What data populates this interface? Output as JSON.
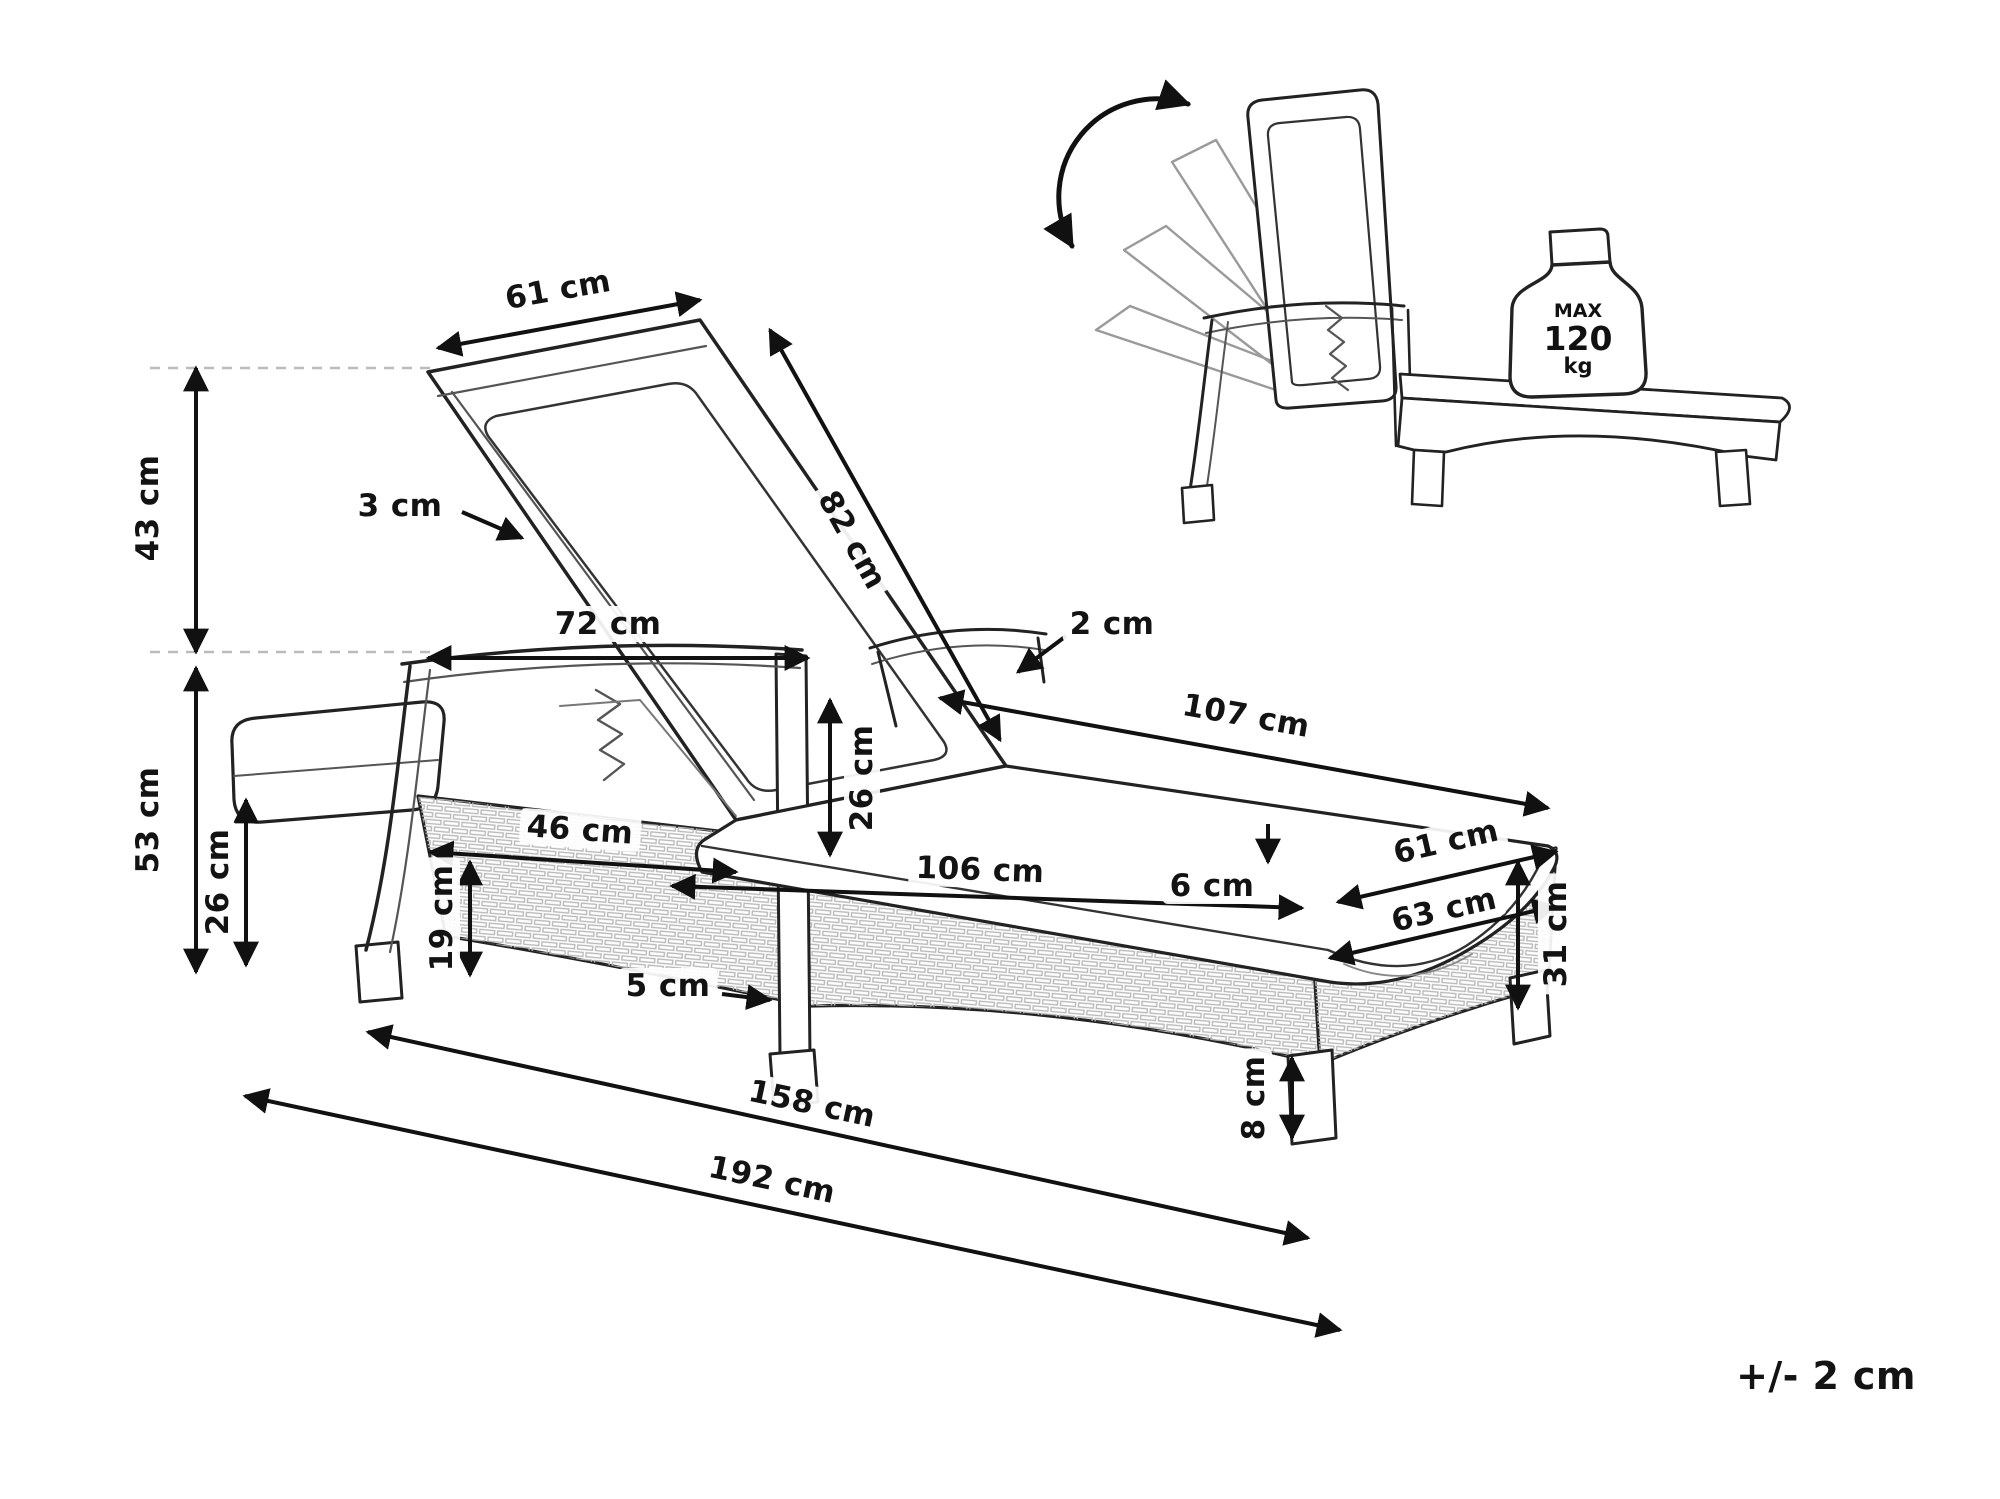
{
  "diagram": {
    "tolerance": "+/- 2 cm",
    "weight_limit": {
      "label": "MAX",
      "value": "120",
      "unit": "kg"
    },
    "dims": {
      "backrest_width": "61 cm",
      "backrest_rise": "43 cm",
      "frame_tube": "3 cm",
      "backrest_length": "82 cm",
      "armrest_length": "72 cm",
      "armrest_tube": "2 cm",
      "seat_length": "107 cm",
      "total_height": "53 cm",
      "head_base_height": "26 cm",
      "seat_frame_height": "26 cm",
      "base_front_section": "46 cm",
      "ground_clearance": "19 cm",
      "leg_width": "5 cm",
      "base_length": "106 cm",
      "cushion_thickness": "6 cm",
      "foot_end_width": "61 cm",
      "base_end_width": "63 cm",
      "base_end_height": "31 cm",
      "foot_height": "8 cm",
      "length_partial": "158 cm",
      "length_total": "192 cm"
    }
  }
}
